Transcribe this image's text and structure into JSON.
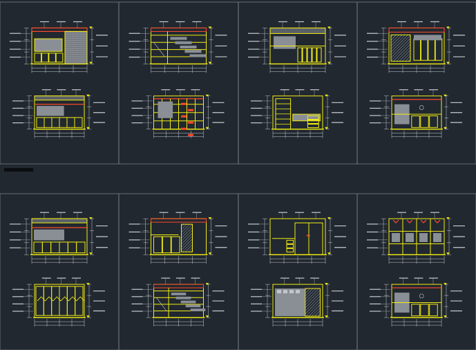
{
  "drawing": {
    "background": "#212830",
    "frame_color": "#7c838c",
    "outline_color": "#f4ee12",
    "dim_color": "#c9ccd1",
    "shade_color": "#8a8f96",
    "accent_color": "#ff4a2a",
    "caption": {
      "title": "",
      "subtitle": ""
    },
    "sheets": [
      {
        "name": "sheet-1",
        "elevations": [
          "panel-hatch",
          "cabinet-low"
        ]
      },
      {
        "name": "sheet-2",
        "elevations": [
          "shelving-open",
          "grid-shelving"
        ]
      },
      {
        "name": "sheet-3",
        "elevations": [
          "cabinet-wide",
          "bunk-ladder"
        ]
      },
      {
        "name": "sheet-4",
        "elevations": [
          "cabinet-doors",
          "shelf-desk"
        ]
      },
      {
        "name": "sheet-5",
        "elevations": [
          "cabinet-low",
          "glass-doors"
        ]
      },
      {
        "name": "sheet-6",
        "elevations": [
          "hatch-doors",
          "shelving-open"
        ]
      },
      {
        "name": "sheet-7",
        "elevations": [
          "wardrobe-desk",
          "hatch-wall"
        ]
      },
      {
        "name": "sheet-8",
        "elevations": [
          "column-grid",
          "shelf-desk"
        ]
      }
    ]
  }
}
